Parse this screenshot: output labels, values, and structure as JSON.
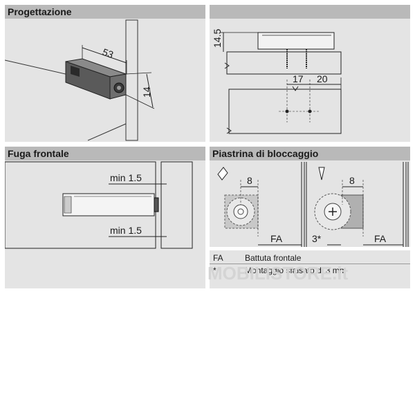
{
  "panels": {
    "progettazione": {
      "title": "Progettazione",
      "dims": {
        "length": "53",
        "height": "14",
        "vertical": "14.5",
        "spacing": "17",
        "offset": "20"
      }
    },
    "fuga": {
      "title": "Fuga frontale",
      "dims": {
        "top": "min 1.5",
        "bottom": "min 1.5"
      }
    },
    "piastrina": {
      "title": "Piastrina di bloccaggio",
      "dims": {
        "left_width": "8",
        "right_width": "8",
        "fa_left": "FA",
        "fa_right": "FA",
        "offset_mark": "3*"
      }
    }
  },
  "legend": [
    {
      "key": "FA",
      "text": "Battuta frontale"
    },
    {
      "key": "*",
      "text": "Montaggio sfalsato di 3 mm"
    }
  ],
  "watermark": "MOBILISTORE.it"
}
